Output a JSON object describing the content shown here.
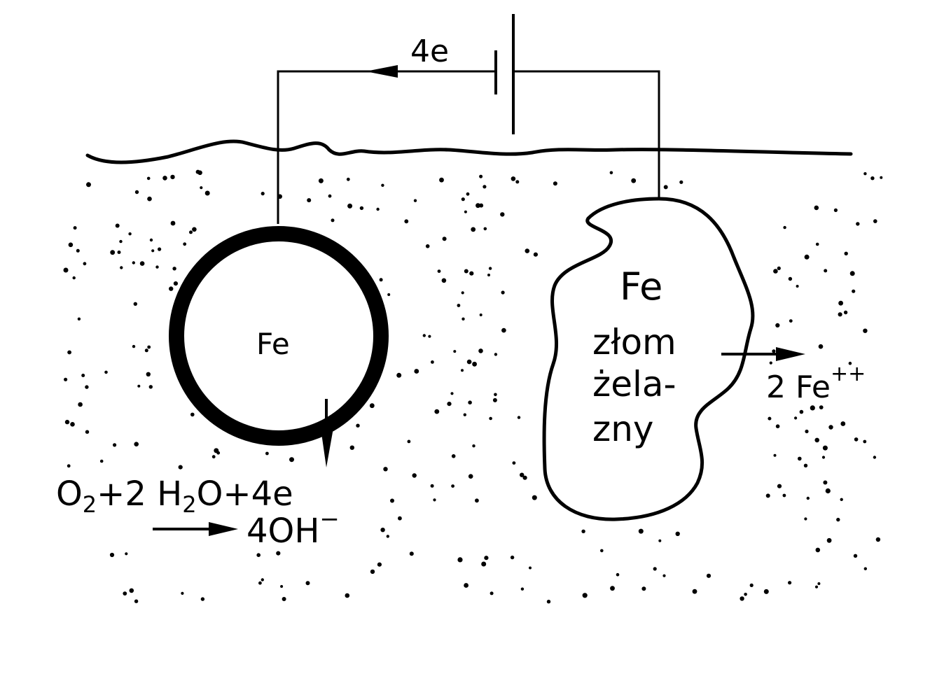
{
  "labels": {
    "electrons_top": "4e",
    "pipe_metal": "Fe",
    "scrap_metal": "Fe",
    "scrap_line1": "złom",
    "scrap_line2": "żela-",
    "scrap_line3": "zny",
    "ion_coef": "2 Fe",
    "ion_charge": "++",
    "cathode_eq": {
      "o": "O",
      "o_sub": "2",
      "mid": "+2 H",
      "h_sub": "2",
      "end": "O+4e"
    },
    "cathode_product": {
      "main": "4OH",
      "charge": "−"
    }
  },
  "colors": {
    "ink": "#000000",
    "paper": "#ffffff"
  }
}
